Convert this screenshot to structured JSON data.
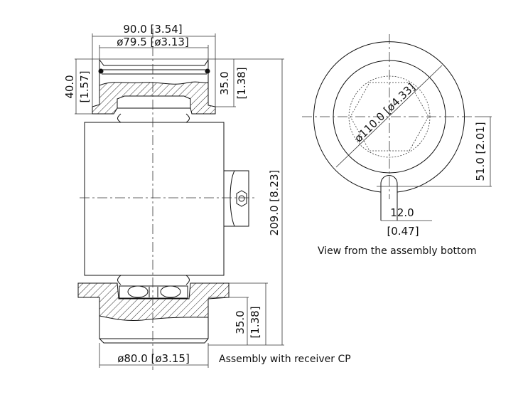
{
  "side_view": {
    "width_dim": "90.0 [3.54]",
    "top_diameter_dim": "ø79.5 [ø3.13]",
    "top_height_mm": "40.0",
    "top_height_in": "[1.57]",
    "top_inner_height_mm": "35.0",
    "top_inner_height_in": "[1.38]",
    "total_height_dim": "209.0 [8.23]",
    "bottom_height_mm": "35.0",
    "bottom_height_in": "[1.38]",
    "bottom_diameter_dim": "ø80.0 [ø3.15]",
    "caption": "Assembly with receiver CP"
  },
  "bottom_view": {
    "diameter_dim": "ø110.0 [ø4.33]",
    "offset_dim": "51.0 [2.01]",
    "slot_width_mm": "12.0",
    "slot_width_in": "[0.47]",
    "caption": "View from the assembly bottom"
  }
}
